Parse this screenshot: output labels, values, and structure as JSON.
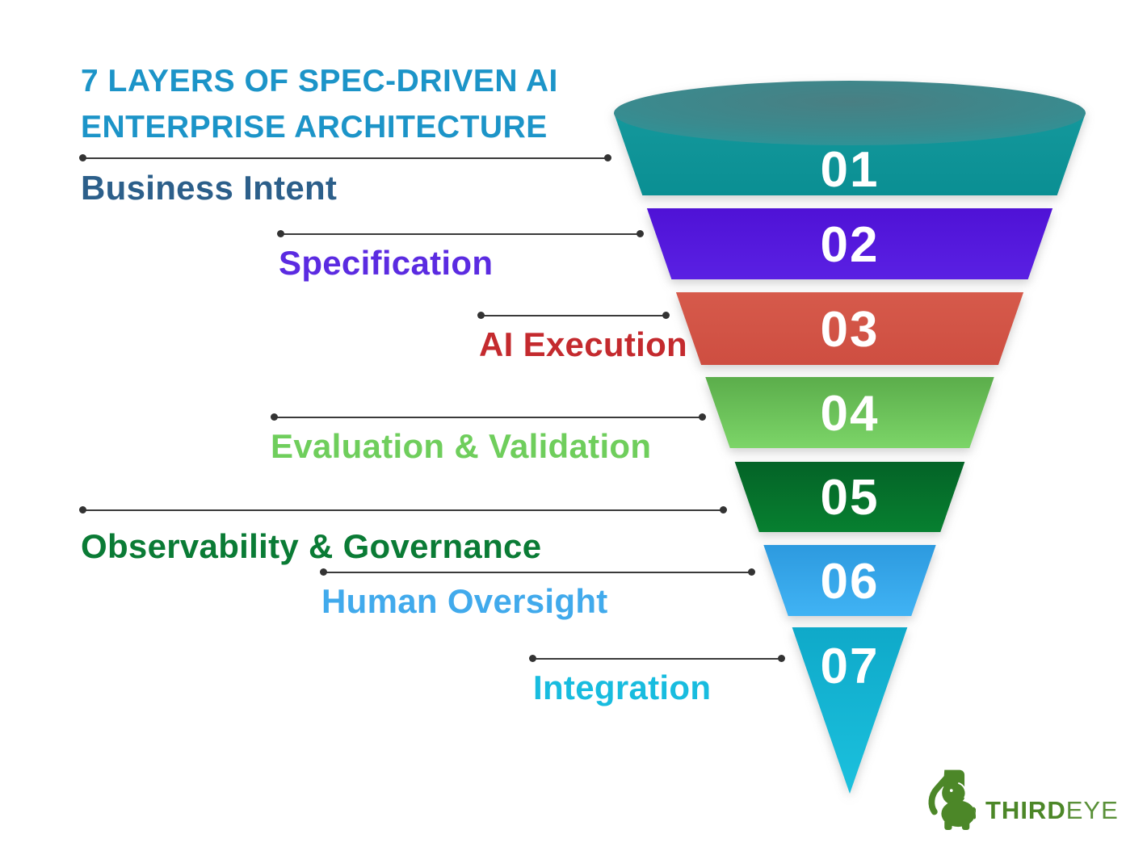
{
  "page": {
    "background": "#FFFFFF"
  },
  "title": {
    "line1": "7 LAYERS OF SPEC-DRIVEN AI",
    "line2": "ENTERPRISE ARCHITECTURE",
    "color": "#1C94C8"
  },
  "funnel": {
    "number_color": "#FFFFFF",
    "layers": [
      {
        "number": "01",
        "label": "Business Intent",
        "label_color": "#2C5F8A",
        "color_top": "#14989C",
        "color_bottom": "#0A8F93",
        "ellipse_center": "#497F83",
        "ellipse_mid": "#3A8A8E",
        "ellipse_edge": "#27999D"
      },
      {
        "number": "02",
        "label": "Specification",
        "label_color": "#5B2BE1",
        "color_top": "#4F12D6",
        "color_bottom": "#5A20E3"
      },
      {
        "number": "03",
        "label": "AI Execution",
        "label_color": "#C42A2E",
        "color_top": "#D65A4B",
        "color_bottom": "#CE4E41"
      },
      {
        "number": "04",
        "label": "Evaluation & Validation",
        "label_color": "#6FCE5C",
        "color_top": "#5BAD4B",
        "color_bottom": "#7CD568"
      },
      {
        "number": "05",
        "label": "Observability & Governance",
        "label_color": "#0A7B35",
        "color_top": "#046327",
        "color_bottom": "#078030"
      },
      {
        "number": "06",
        "label": "Human Oversight",
        "label_color": "#41AAEC",
        "color_top": "#2D9ADF",
        "color_bottom": "#40B3F4"
      },
      {
        "number": "07",
        "label": "Integration",
        "label_color": "#18BCDF",
        "color_top": "#0FA9C9",
        "color_bottom": "#1BC1DE"
      }
    ]
  },
  "connector": {
    "line_color": "#3A3A3A",
    "dot_color": "#333333"
  },
  "logo": {
    "brand_bold": "THIRD",
    "brand_light": "EYE",
    "color": "#4C8728",
    "icon": "elephant-icon"
  }
}
